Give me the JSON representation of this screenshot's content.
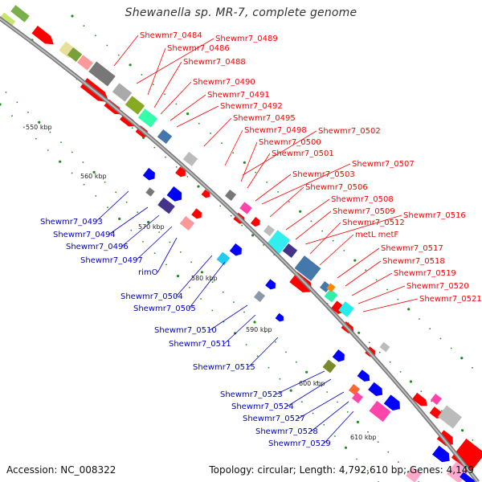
{
  "title": "Shewanella sp. MR-7, complete genome",
  "footer": {
    "accession": "Accession: NC_008322",
    "summary": "Topology: circular; Length: 4,792,610 bp; Genes: 4,149"
  },
  "colors": {
    "plus_strand_label": "#ff0000",
    "minus_strand_label": "#0000cc",
    "backbone": "#888888",
    "tick_green": "#1f8f1f"
  },
  "kbp_ticks": [
    "550 kbp",
    "560 kbp",
    "570 kbp",
    "580 kbp",
    "590 kbp",
    "600 kbp",
    "610 kbp"
  ],
  "plus_labels": [
    "Shewmr7_0484",
    "Shewmr7_0489",
    "Shewmr7_0486",
    "Shewmr7_0488",
    "Shewmr7_0490",
    "Shewmr7_0491",
    "Shewmr7_0492",
    "Shewmr7_0495",
    "Shewmr7_0498",
    "Shewmr7_0502",
    "Shewmr7_0500",
    "Shewmr7_0501",
    "Shewmr7_0507",
    "Shewmr7_0503",
    "Shewmr7_0506",
    "Shewmr7_0508",
    "Shewmr7_0509",
    "Shewmr7_0516",
    "Shewmr7_0512",
    "metL metF",
    "Shewmr7_0517",
    "Shewmr7_0518",
    "Shewmr7_0519",
    "Shewmr7_0520",
    "Shewmr7_0521"
  ],
  "minus_labels": [
    "Shewmr7_0493",
    "Shewmr7_0494",
    "Shewmr7_0496",
    "Shewmr7_0497",
    "rimO",
    "Shewmr7_0504",
    "Shewmr7_0505",
    "Shewmr7_0510",
    "Shewmr7_0511",
    "Shewmr7_0515",
    "Shewmr7_0523",
    "Shewmr7_0524",
    "Shewmr7_0527",
    "Shewmr7_0528",
    "Shewmr7_0529"
  ]
}
